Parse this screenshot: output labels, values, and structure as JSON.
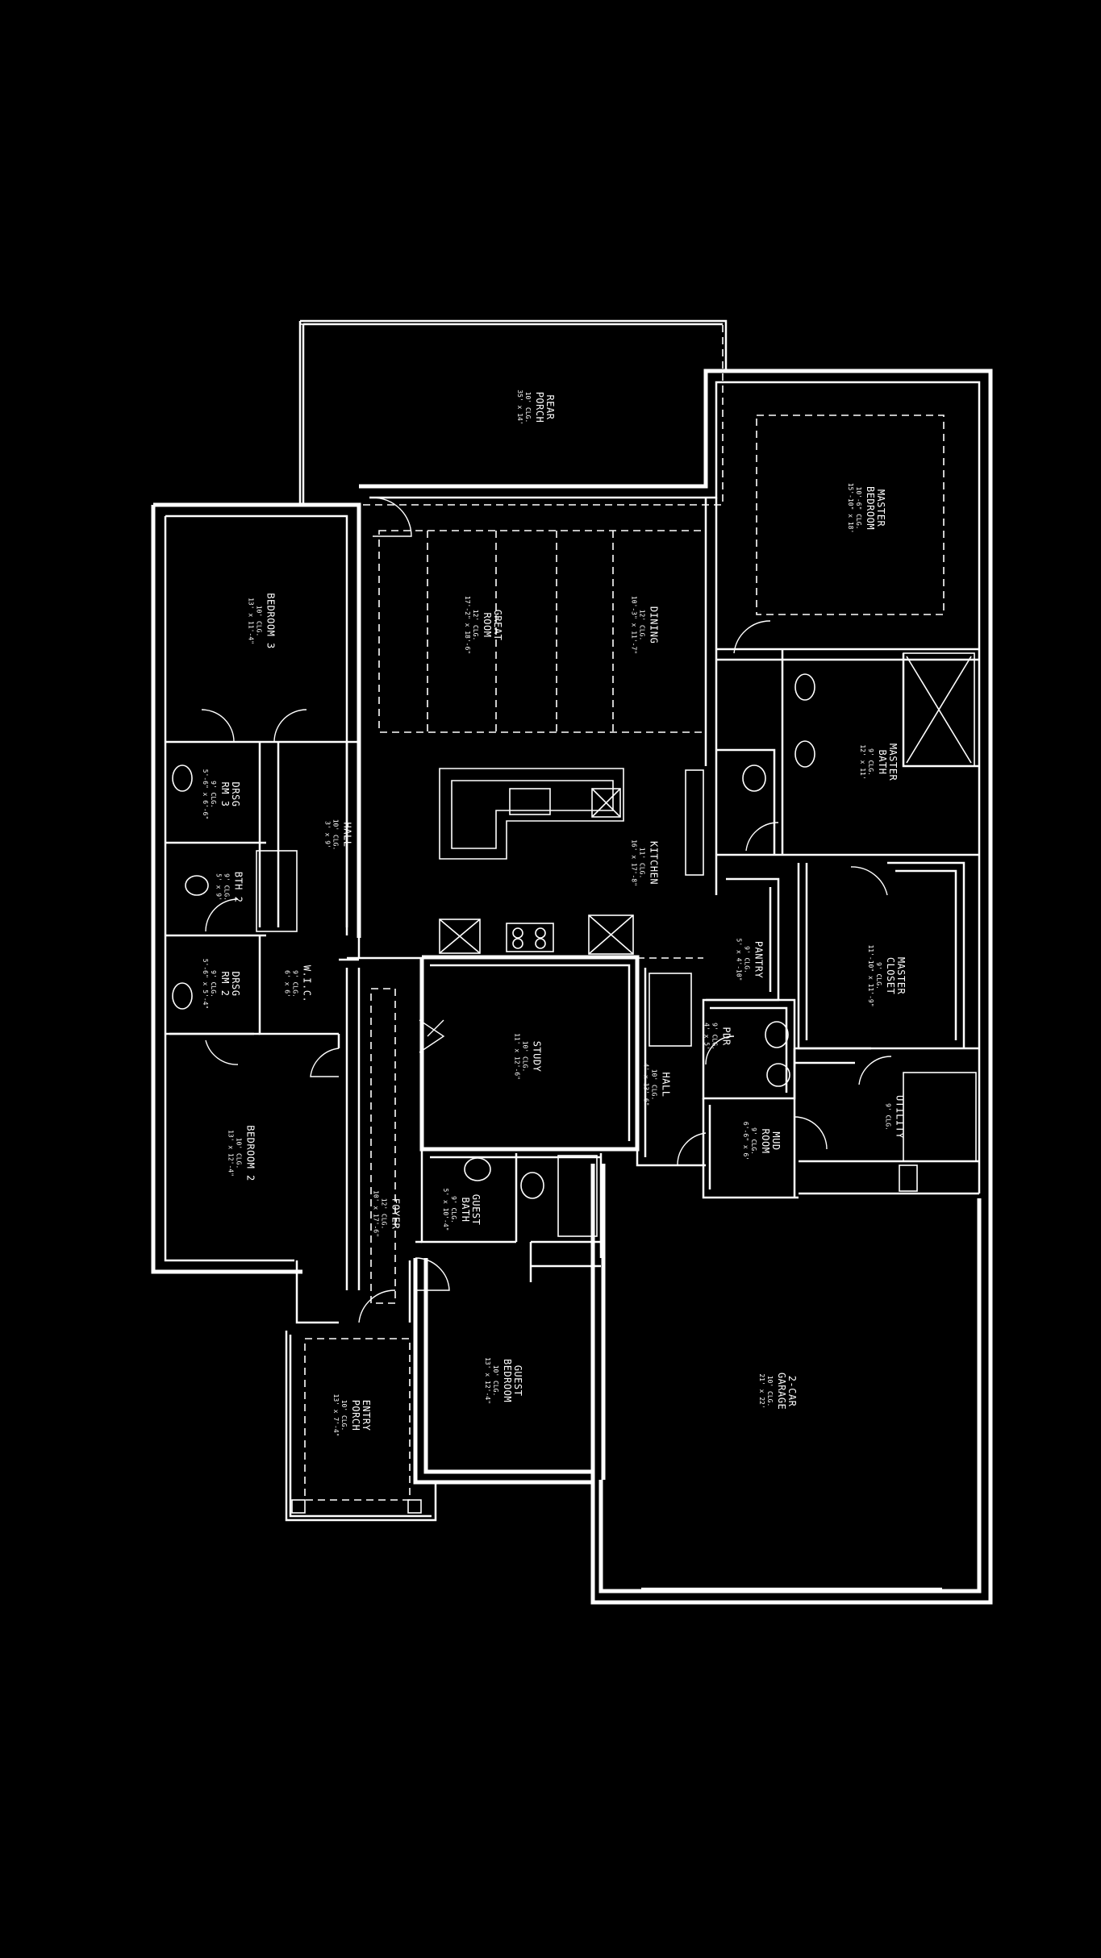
{
  "plan": {
    "rooms": [
      {
        "id": "rear-porch",
        "lines": [
          "REAR",
          "PORCH"
        ],
        "sub": [
          "10' CLG.",
          "35' x 14'"
        ]
      },
      {
        "id": "master-bedroom",
        "lines": [
          "MASTER",
          "BEDROOM"
        ],
        "sub": [
          "10'-6\" CLG.",
          "15'-10\" x 18'"
        ]
      },
      {
        "id": "bedroom-3",
        "lines": [
          "BEDROOM 3"
        ],
        "sub": [
          "10' CLG.",
          "13' x 11'-4\""
        ]
      },
      {
        "id": "great-room",
        "lines": [
          "GREAT",
          "ROOM"
        ],
        "sub": [
          "12' CLG.",
          "17'-2\" x 18'-6\""
        ]
      },
      {
        "id": "dining",
        "lines": [
          "DINING"
        ],
        "sub": [
          "12' CLG.",
          "10'-3\" x 11'-7\""
        ]
      },
      {
        "id": "dressing-3",
        "lines": [
          "DRSG",
          "RM 3"
        ],
        "sub": [
          "9' CLG.",
          "5'-6\" x 6'-6\""
        ]
      },
      {
        "id": "hall-1",
        "lines": [
          "HALL"
        ],
        "sub": [
          "10' CLG.",
          "3' x 9'"
        ]
      },
      {
        "id": "master-bath",
        "lines": [
          "MASTER",
          "BATH"
        ],
        "sub": [
          "9' CLG.",
          "12' x 11'"
        ]
      },
      {
        "id": "bath-2",
        "lines": [
          "BTH 2"
        ],
        "sub": [
          "9' CLG.",
          "5' x 9'"
        ]
      },
      {
        "id": "kitchen",
        "lines": [
          "KITCHEN"
        ],
        "sub": [
          "11' CLG.",
          "16' x 17'-8\""
        ]
      },
      {
        "id": "pantry",
        "lines": [
          "PANTRY"
        ],
        "sub": [
          "9' CLG.",
          "5' x 4'-10\""
        ]
      },
      {
        "id": "master-closet",
        "lines": [
          "MASTER",
          "CLOSET"
        ],
        "sub": [
          "9' CLG.",
          "11'-10\" x 11'-9\""
        ]
      },
      {
        "id": "dressing-2",
        "lines": [
          "DRSG",
          "RM 2"
        ],
        "sub": [
          "9' CLG.",
          "5'-6\" x 5'-4\""
        ]
      },
      {
        "id": "wic",
        "lines": [
          "W.I.C."
        ],
        "sub": [
          "9' CLG.",
          "6' x 6'"
        ]
      },
      {
        "id": "study",
        "lines": [
          "STUDY"
        ],
        "sub": [
          "10' CLG.",
          "11' x 12'-6\""
        ]
      },
      {
        "id": "powder",
        "lines": [
          "PDR"
        ],
        "sub": [
          "9' CLG.",
          "4' x 5'"
        ]
      },
      {
        "id": "hall-2",
        "lines": [
          "HALL"
        ],
        "sub": [
          "10' CLG.",
          "4' x 13'-6\""
        ]
      },
      {
        "id": "utility",
        "lines": [
          "UTILITY"
        ],
        "sub": [
          "9' CLG."
        ]
      },
      {
        "id": "bedroom-2",
        "lines": [
          "BEDROOM 2"
        ],
        "sub": [
          "10' CLG.",
          "13' x 12'-4\""
        ]
      },
      {
        "id": "mud-room",
        "lines": [
          "MUD",
          "ROOM"
        ],
        "sub": [
          "9' CLG.",
          "6'-6\" x 6'"
        ]
      },
      {
        "id": "guest-bath",
        "lines": [
          "GUEST",
          "BATH"
        ],
        "sub": [
          "9' CLG.",
          "5' x 10'-4\""
        ]
      },
      {
        "id": "foyer",
        "lines": [
          "FOYER"
        ],
        "sub": [
          "12' CLG.",
          "10' x 17'-6\""
        ]
      },
      {
        "id": "entry-porch",
        "lines": [
          "ENTRY",
          "PORCH"
        ],
        "sub": [
          "10' CLG.",
          "13' x 7'-4\""
        ]
      },
      {
        "id": "guest-bedroom",
        "lines": [
          "GUEST",
          "BEDROOM"
        ],
        "sub": [
          "10' CLG.",
          "13' x 12'-4\""
        ]
      },
      {
        "id": "garage",
        "lines": [
          "2-CAR",
          "GARAGE"
        ],
        "sub": [
          "10' CLG.",
          "21' x 22'"
        ]
      }
    ]
  }
}
